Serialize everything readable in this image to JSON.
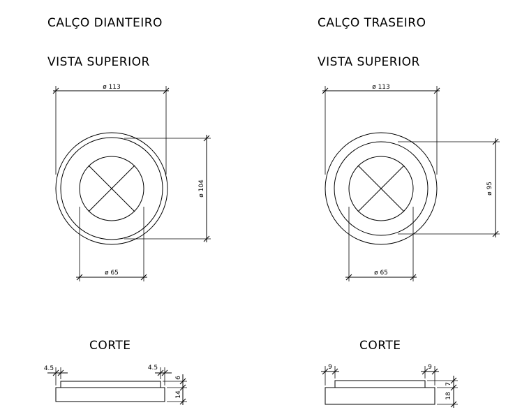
{
  "front": {
    "title": "CALÇO DIANTEIRO",
    "view_label": "VISTA SUPERIOR",
    "dim_outer": "ø 113",
    "dim_middle": "ø 104",
    "dim_inner": "ø 65",
    "section_label": "CORTE",
    "section_dim_left": "4.5",
    "section_dim_right": "4.5",
    "section_dim_top": "6",
    "section_dim_total": "14"
  },
  "rear": {
    "title": "CALÇO TRASEIRO",
    "view_label": "VISTA SUPERIOR",
    "dim_outer": "ø 113",
    "dim_middle": "ø 95",
    "dim_inner": "ø 65",
    "section_label": "CORTE",
    "section_dim_left": "9",
    "section_dim_right": "9",
    "section_dim_top": "7",
    "section_dim_total": "18"
  }
}
